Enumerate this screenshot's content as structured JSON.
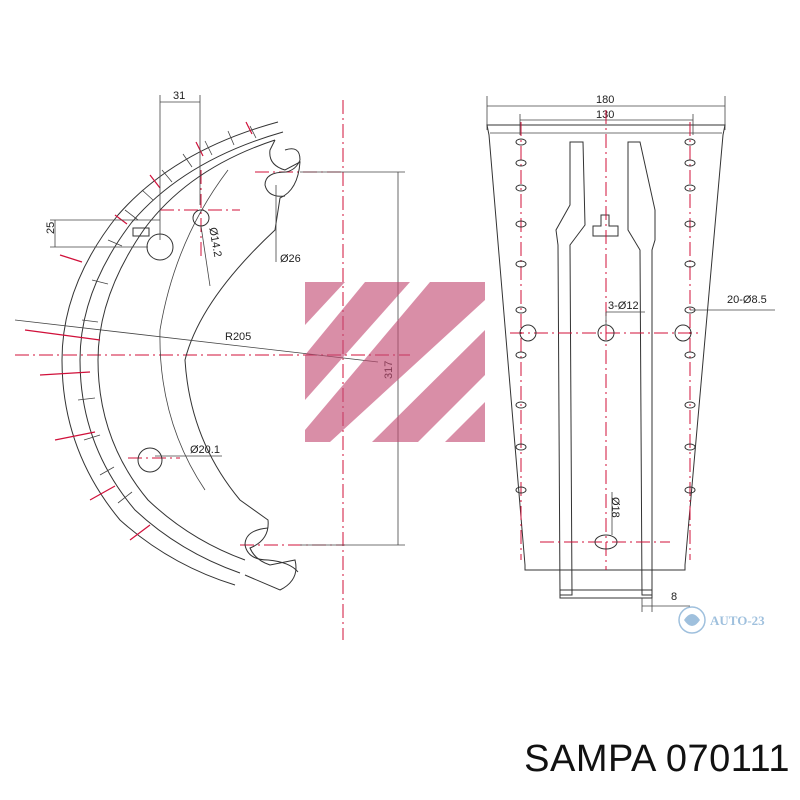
{
  "colors": {
    "line": "#333333",
    "centerline": "#d0103a",
    "logo": "#c24a72",
    "watermark": "#8fb6d8"
  },
  "dimensions": {
    "d31": "31",
    "d25": "25",
    "phi14_2": "Ø14.2",
    "phi26": "Ø26",
    "r205": "R205",
    "d317": "317",
    "phi20_1": "Ø20.1",
    "d180": "180",
    "d130": "130",
    "holes_3": "3-Ø12",
    "holes_20": "20-Ø8.5",
    "phi18": "Ø18",
    "d8": "8"
  },
  "watermark": {
    "text": "AUTO-23"
  },
  "caption": {
    "brand": "SAMPA",
    "part_number": "070111"
  }
}
